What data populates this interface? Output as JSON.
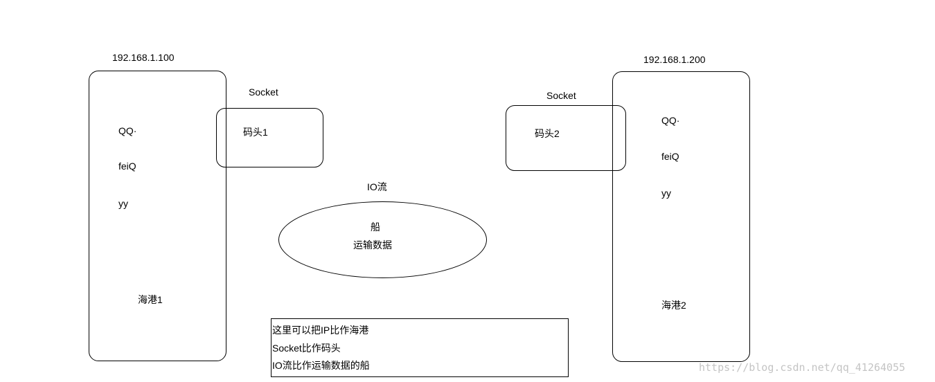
{
  "ports": {
    "left": {
      "ip": "192.168.1.100",
      "apps": [
        "QQ·",
        "feiQ",
        "yy"
      ],
      "name": "海港1"
    },
    "right": {
      "ip": "192.168.1.200",
      "apps": [
        "QQ·",
        "feiQ",
        "yy"
      ],
      "name": "海港2"
    }
  },
  "docks": {
    "left": {
      "label": "Socket",
      "name": "码头1"
    },
    "right": {
      "label": "Socket",
      "name": "码头2"
    }
  },
  "ship": {
    "label": "IO流",
    "lines": [
      "船",
      "运输数据"
    ]
  },
  "note": {
    "lines": [
      "这里可以把IP比作海港",
      "Socket比作码头",
      "IO流比作运输数据的船"
    ]
  },
  "watermark": "https://blog.csdn.net/qq_41264055"
}
